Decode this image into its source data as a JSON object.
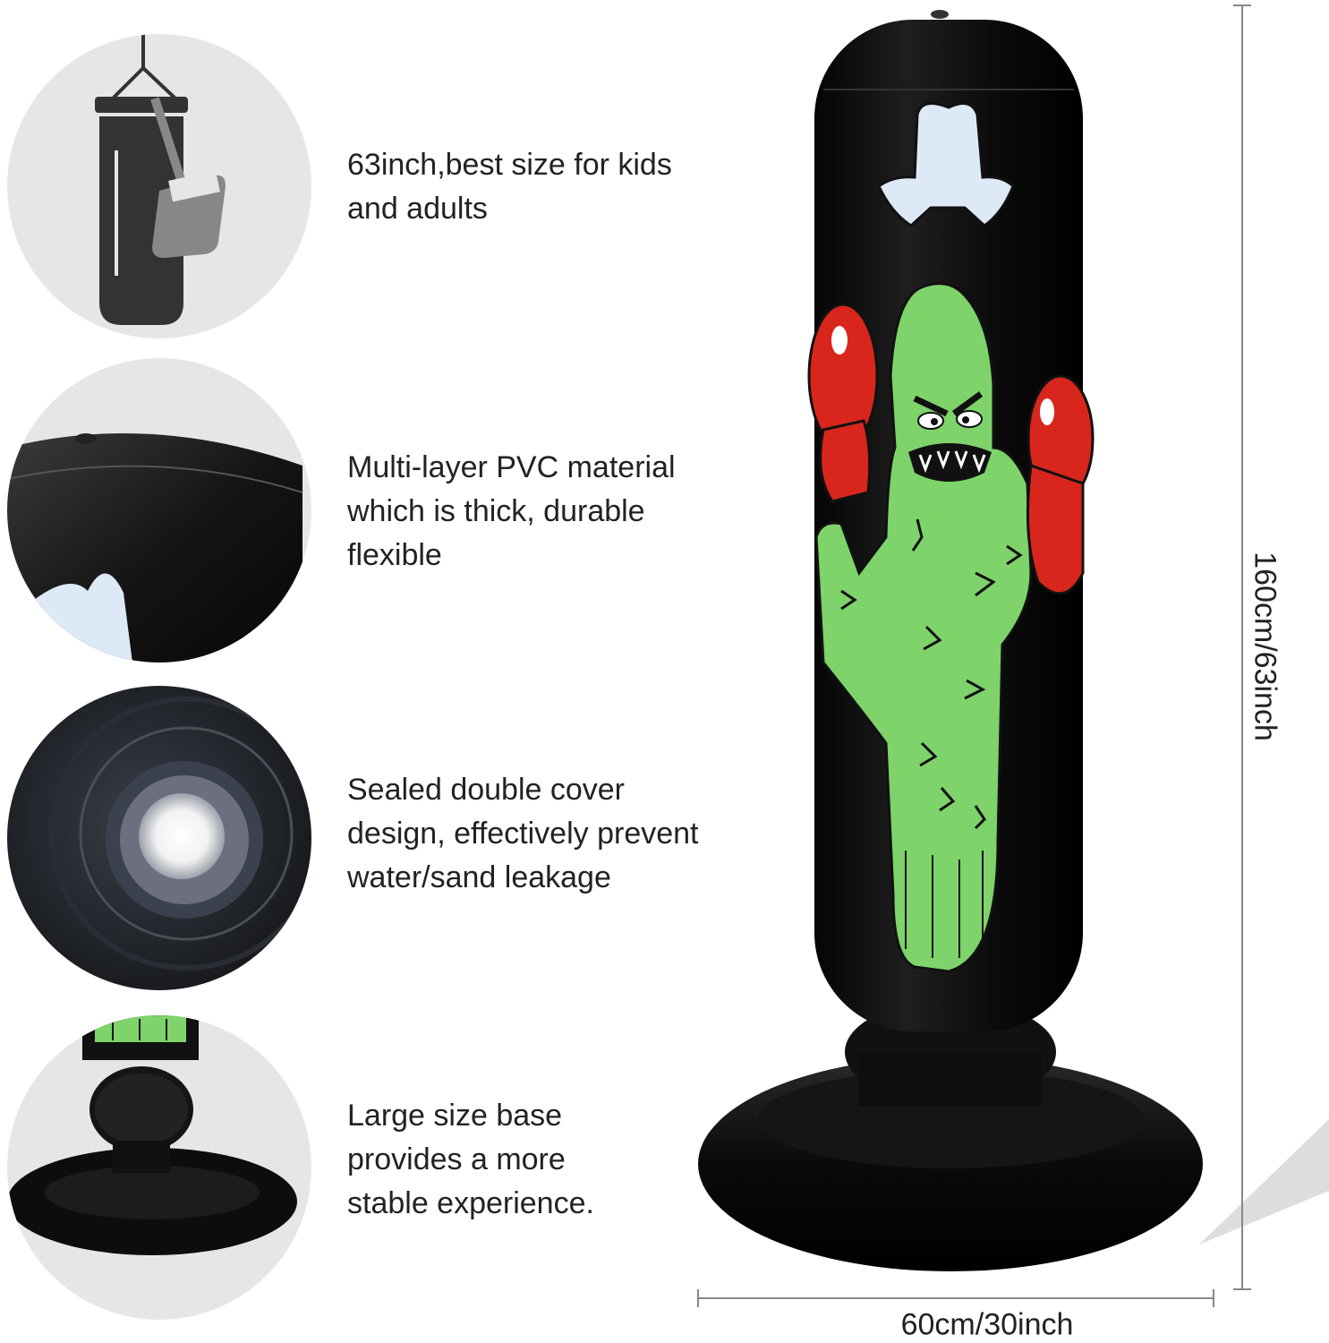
{
  "features": [
    {
      "icon": "hanging-punching-bag-icon",
      "text": "63inch,best size for kids\nand adults"
    },
    {
      "icon": "pvc-material-closeup",
      "text": "Multi-layer PVC material\nwhich is thick, durable\nflexible"
    },
    {
      "icon": "sealed-cover-closeup",
      "text": "Sealed double cover\ndesign, effectively prevent\nwater/sand leakage"
    },
    {
      "icon": "base-closeup",
      "text": "Large size base\nprovides a more\nstable experience."
    }
  ],
  "dimensions": {
    "height": "160cm/63inch",
    "width": "60cm/30inch"
  },
  "colors": {
    "bag": "#111111",
    "cactus": "#7ed36b",
    "glove": "#d9261c",
    "hat": "#dde9f7",
    "circle_bg": "#e6e6e6"
  }
}
